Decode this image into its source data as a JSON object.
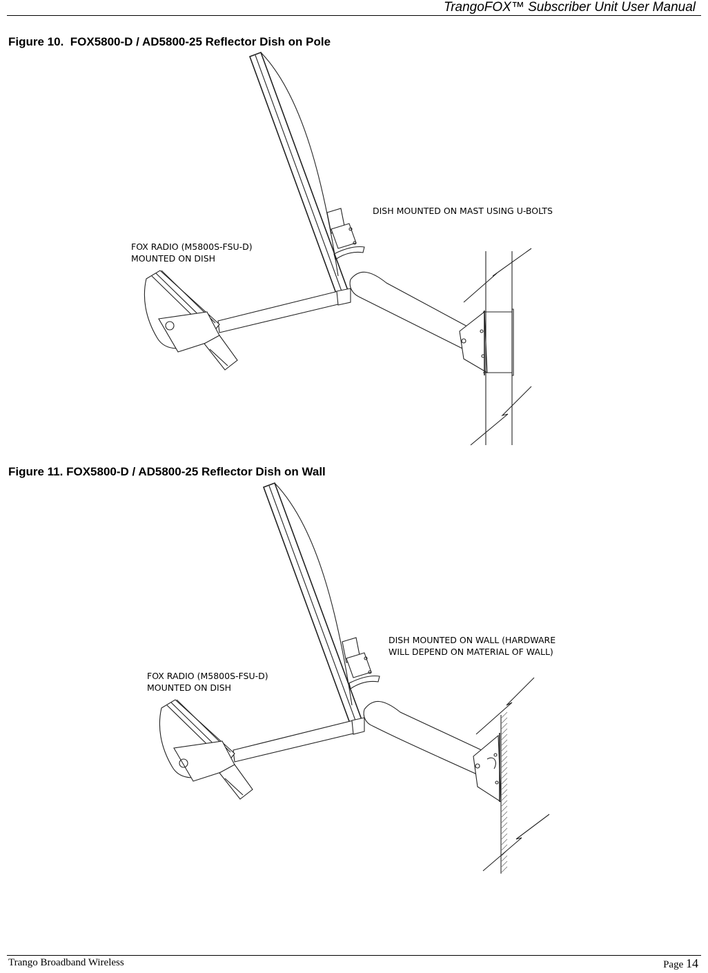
{
  "header": {
    "title": "TrangoFOX™ Subscriber Unit User Manual"
  },
  "figures": [
    {
      "caption": "Figure 10.  FOX5800-D / AD5800-25 Reflector Dish on Pole",
      "labels": {
        "mount": "DISH MOUNTED ON MAST USING U-BOLTS",
        "radio_line1": "FOX RADIO (M5800S-FSU-D)",
        "radio_line2": "MOUNTED ON DISH"
      }
    },
    {
      "caption": "Figure 11. FOX5800-D / AD5800-25 Reflector Dish on Wall",
      "labels": {
        "mount_line1": "DISH MOUNTED ON WALL (HARDWARE",
        "mount_line2": "WILL DEPEND ON MATERIAL OF WALL)",
        "radio_line1": "FOX RADIO (M5800S-FSU-D)",
        "radio_line2": "MOUNTED ON DISH"
      }
    }
  ],
  "footer": {
    "company": "Trango Broadband Wireless",
    "page_prefix": "Page",
    "page_number": "14"
  }
}
